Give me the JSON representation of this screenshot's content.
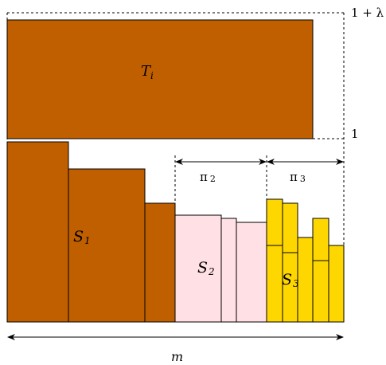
{
  "labels": {
    "t_main": "T",
    "t_sub": "i",
    "level_top": "1 + λ",
    "level_one": "1",
    "pi2_main": "π",
    "pi2_sub": "2",
    "pi3_main": "π",
    "pi3_sub": "3",
    "s1_main": "S",
    "s1_sub": "1",
    "s2_main": "S",
    "s2_sub": "2",
    "s3_main": "S",
    "s3_sub": "3",
    "m": "m"
  },
  "colors": {
    "orange": "#c05f00",
    "pink": "#ffe0e4",
    "yellow": "#ffd700",
    "stroke": "#000000"
  }
}
